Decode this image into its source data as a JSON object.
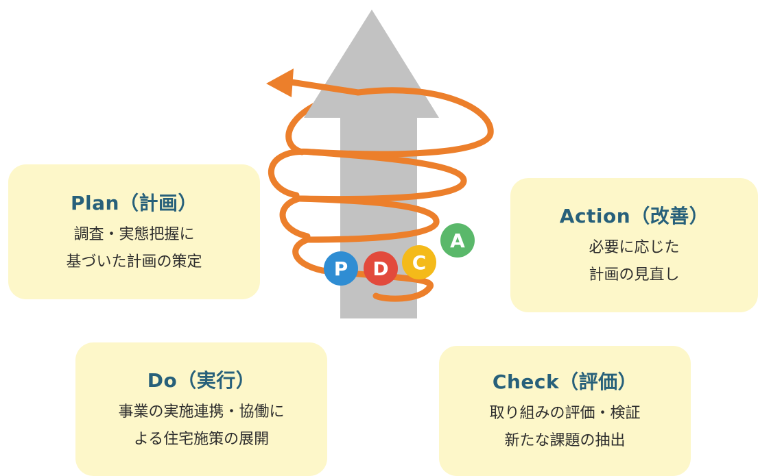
{
  "colors": {
    "arrow": "#c2c2c2",
    "spiral": "#ec7f2b",
    "box_background": "#fdf7c9",
    "title_text": "#27607a",
    "body_text": "#2d2d2d",
    "badge_p": "#2f8dd3",
    "badge_d": "#e24a3c",
    "badge_c": "#f4ba1a",
    "badge_a": "#5ab86a"
  },
  "badges": {
    "p": "P",
    "d": "D",
    "c": "C",
    "a": "A"
  },
  "plan": {
    "title": "Plan（計画）",
    "lines": [
      "調査・実態把握に",
      "基づいた計画の策定"
    ]
  },
  "action": {
    "title": "Action（改善）",
    "lines": [
      "必要に応じた",
      "計画の見直し"
    ]
  },
  "do": {
    "title": "Do（実行）",
    "lines": [
      "事業の実施連携・協働に",
      "よる住宅施策の展開"
    ]
  },
  "check": {
    "title": "Check（評価）",
    "lines": [
      "取り組みの評価・検証",
      "新たな課題の抽出"
    ]
  }
}
